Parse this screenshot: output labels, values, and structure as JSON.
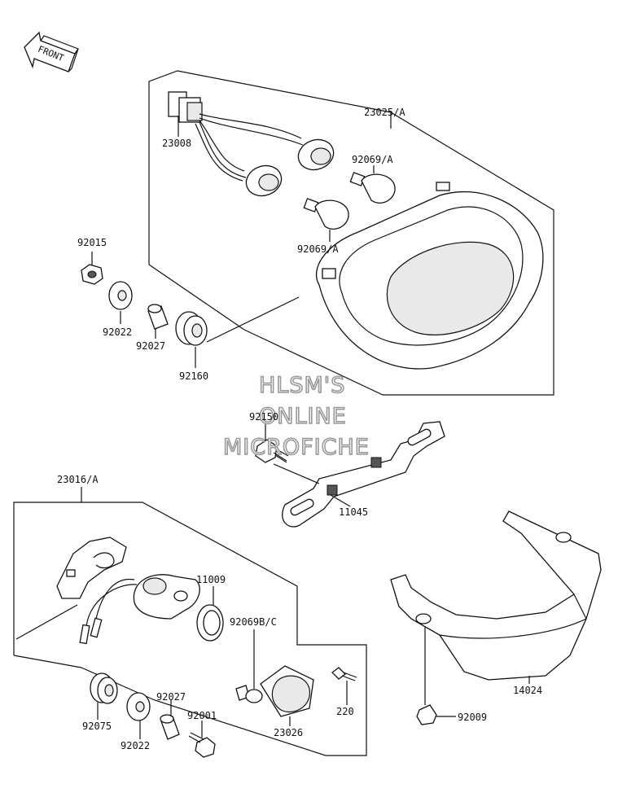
{
  "front_arrow_label": "FRONT",
  "watermark": {
    "line1": "HLSM'S",
    "line2": "ONLINE",
    "line3": "MICROFICHE"
  },
  "parts": {
    "p23025": "23025/A",
    "p23008": "23008",
    "p92069a_1": "92069/A",
    "p92069a_2": "92069/A",
    "p92015": "92015",
    "p92022_1": "92022",
    "p92027_1": "92027",
    "p92160": "92160",
    "p92150": "92150",
    "p11045": "11045",
    "p23016": "23016/A",
    "p11009": "11009",
    "p92069bc": "92069B/C",
    "p92075": "92075",
    "p92027_2": "92027",
    "p92022_2": "92022",
    "p92001": "92001",
    "p23026": "23026",
    "p220": "220",
    "p14024": "14024",
    "p92009": "92009"
  }
}
